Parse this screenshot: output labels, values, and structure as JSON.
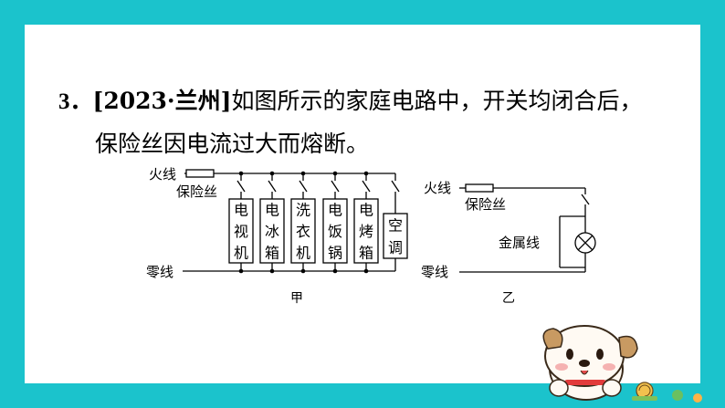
{
  "question": {
    "number": "3",
    "source": "[2023·兰州]",
    "line1": "如图所示的家庭电路中，开关均闭合后，",
    "line2": "保险丝因电流过大而熔断。"
  },
  "circuit_a": {
    "caption": "甲",
    "live_wire": "火线",
    "neutral_wire": "零线",
    "fuse": "保险丝",
    "appliances": [
      "电视机",
      "电冰箱",
      "洗衣机",
      "电饭锅",
      "电烤箱",
      "空调"
    ]
  },
  "circuit_b": {
    "caption": "乙",
    "live_wire": "火线",
    "neutral_wire": "零线",
    "fuse": "保险丝",
    "wire": "金属线"
  },
  "colors": {
    "frame": "#1bc3cc",
    "ink": "#000000"
  },
  "icons": [
    "puppy-mascot",
    "snail-icon",
    "flower-icon"
  ]
}
